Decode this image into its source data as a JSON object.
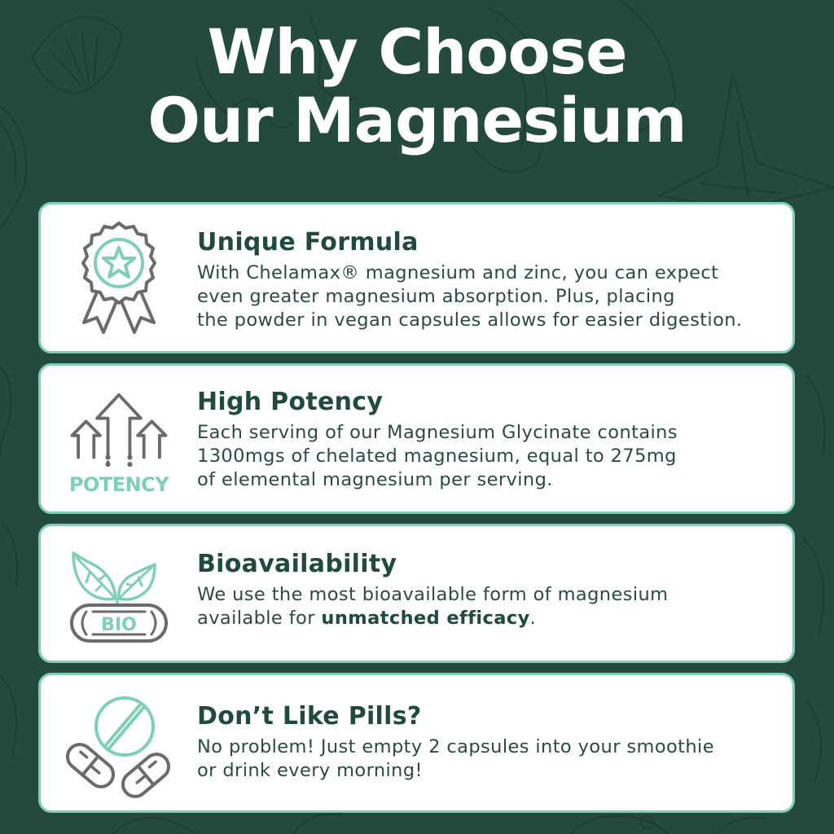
{
  "title": {
    "line1": "Why Choose",
    "line2": "Our Magnesium"
  },
  "colors": {
    "background": "#244a3e",
    "card_border": "#7fcfb8",
    "heading": "#1f4a3c",
    "body_text": "#2c4a41",
    "icon_gray": "#6b6b6b",
    "icon_teal": "#7fcfb8"
  },
  "cards": [
    {
      "icon": "award-ribbon-star-icon",
      "heading": "Unique Formula",
      "lines": [
        "With Chelamax® magnesium and zinc, you can expect",
        "even greater magnesium absorption. Plus, placing",
        "the powder in vegan capsules allows for easier digestion."
      ]
    },
    {
      "icon": "potency-arrows-icon",
      "icon_label": "POTENCY",
      "heading": "High Potency",
      "lines": [
        "Each serving of our Magnesium Glycinate contains",
        "1300mgs of chelated magnesium, equal to 275mg",
        "of elemental magnesium per serving."
      ]
    },
    {
      "icon": "bio-leaves-icon",
      "icon_label": "BIO",
      "heading": "Bioavailability",
      "line1": "We use the most bioavailable form of magnesium",
      "line2_prefix": "available for ",
      "line2_bold": "unmatched efficacy",
      "line2_suffix": "."
    },
    {
      "icon": "pills-capsules-icon",
      "heading": "Don’t Like Pills?",
      "lines": [
        "No problem! Just empty 2 capsules into your smoothie",
        "or drink every morning!"
      ]
    }
  ]
}
